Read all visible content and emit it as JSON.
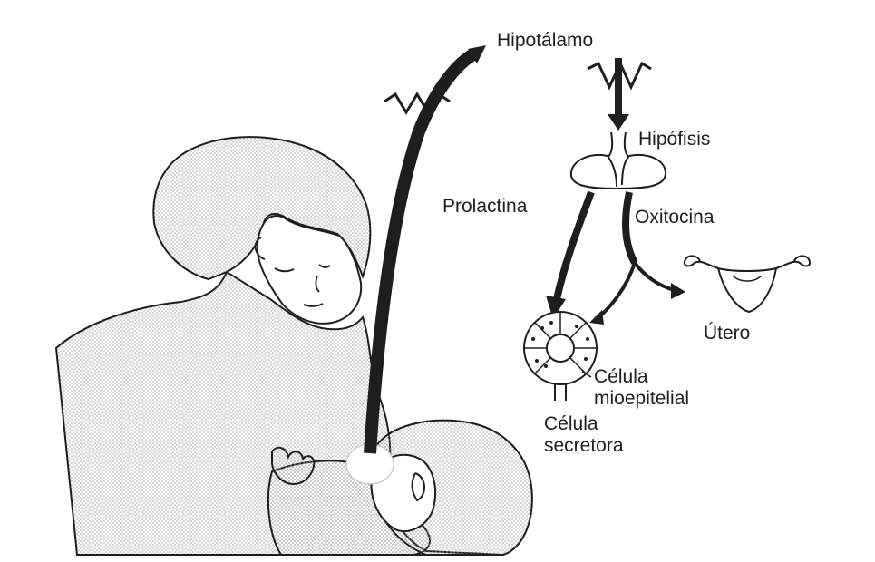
{
  "labels": {
    "hypothalamus": "Hipotálamo",
    "pituitary": "Hipófisis",
    "prolactin": "Prolactina",
    "oxytocin": "Oxitocina",
    "uterus": "Útero",
    "myoepithelial_line1": "Célula",
    "myoepithelial_line2": "mioepitelial",
    "secretory_line1": "Célula",
    "secretory_line2": "secretora"
  },
  "colors": {
    "ink": "#1e1e1e",
    "stipple": "#9a9a9a",
    "background": "#ffffff"
  }
}
